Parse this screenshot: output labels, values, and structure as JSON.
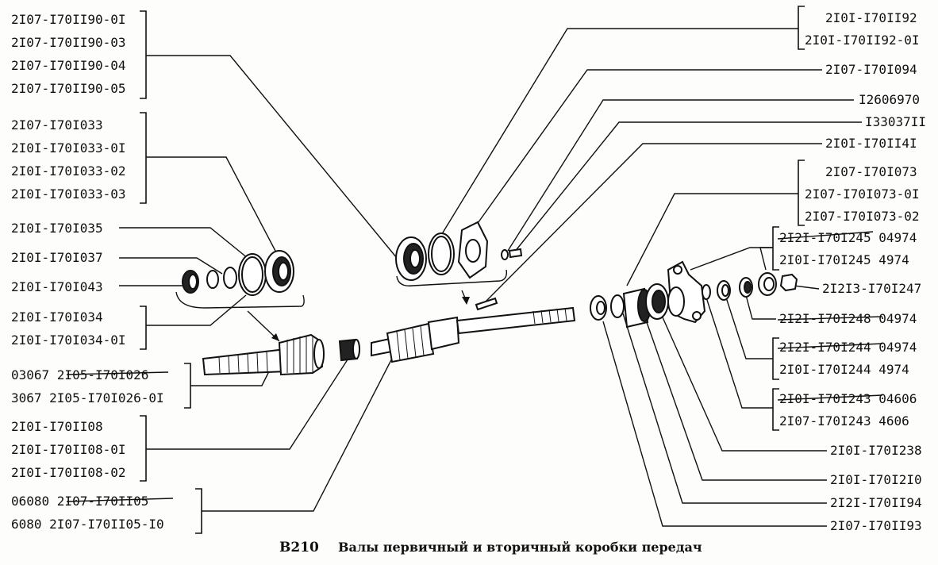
{
  "caption": {
    "code": "B210",
    "title": "Валы первичный и вторичный коробки передач"
  },
  "labels_left": [
    {
      "group": "g1",
      "lines": [
        "2I07-I70II90-0I",
        "2I07-I70II90-03",
        "2I07-I70II90-04",
        "2I07-I70II90-05"
      ]
    },
    {
      "group": "g2",
      "lines": [
        "2I07-I70I033",
        "2I0I-I70I033-0I",
        "2I0I-I70I033-02",
        "2I0I-I70I033-03"
      ]
    },
    {
      "group": "g3",
      "lines": [
        "2I0I-I70I035"
      ]
    },
    {
      "group": "g4",
      "lines": [
        "2I0I-I70I037"
      ]
    },
    {
      "group": "g5",
      "lines": [
        "2I0I-I70I043"
      ]
    },
    {
      "group": "g6",
      "lines": [
        "2I0I-I70I034",
        "2I0I-I70I034-0I"
      ]
    },
    {
      "group": "g7",
      "lines": [
        "03067 2I05-I70I026",
        "3067 2I05-I70I026-0I"
      ]
    },
    {
      "group": "g8",
      "lines": [
        "2I0I-I70II08",
        "2I0I-I70II08-0I",
        "2I0I-I70II08-02"
      ]
    },
    {
      "group": "g9",
      "lines": [
        "06080 2I07-I70II05",
        "6080 2I07-I70II05-I0"
      ]
    }
  ],
  "labels_right": [
    {
      "group": "r1",
      "lines": [
        "2I0I-I70II92",
        "2I0I-I70II92-0I"
      ]
    },
    {
      "group": "r2",
      "lines": [
        "2I07-I70I094"
      ]
    },
    {
      "group": "r3",
      "lines": [
        "I2606970"
      ]
    },
    {
      "group": "r4",
      "lines": [
        "I33037II"
      ]
    },
    {
      "group": "r5",
      "lines": [
        "2I0I-I70II4I"
      ]
    },
    {
      "group": "r6",
      "lines": [
        "2I07-I70I073",
        "2I07-I70I073-0I",
        "2I07-I70I073-02"
      ]
    },
    {
      "group": "r7",
      "lines": [
        "2I2I-I70I245 04974",
        "2I0I-I70I245 4974"
      ]
    },
    {
      "group": "r8",
      "lines": [
        "2I2I3-I70I247"
      ]
    },
    {
      "group": "r9",
      "lines": [
        "2I2I-I70I248 04974"
      ]
    },
    {
      "group": "r10",
      "lines": [
        "2I2I-I70I244 04974",
        "2I0I-I70I244 4974"
      ]
    },
    {
      "group": "r11",
      "lines": [
        "2I0I-I70I243 04606",
        "2I07-I70I243 4606"
      ]
    },
    {
      "group": "r12",
      "lines": [
        "2I0I-I70I238"
      ]
    },
    {
      "group": "r13",
      "lines": [
        "2I0I-I70I2I0"
      ]
    },
    {
      "group": "r14",
      "lines": [
        "2I2I-I70II94"
      ]
    },
    {
      "group": "r15",
      "lines": [
        "2I07-I70II93"
      ]
    }
  ]
}
